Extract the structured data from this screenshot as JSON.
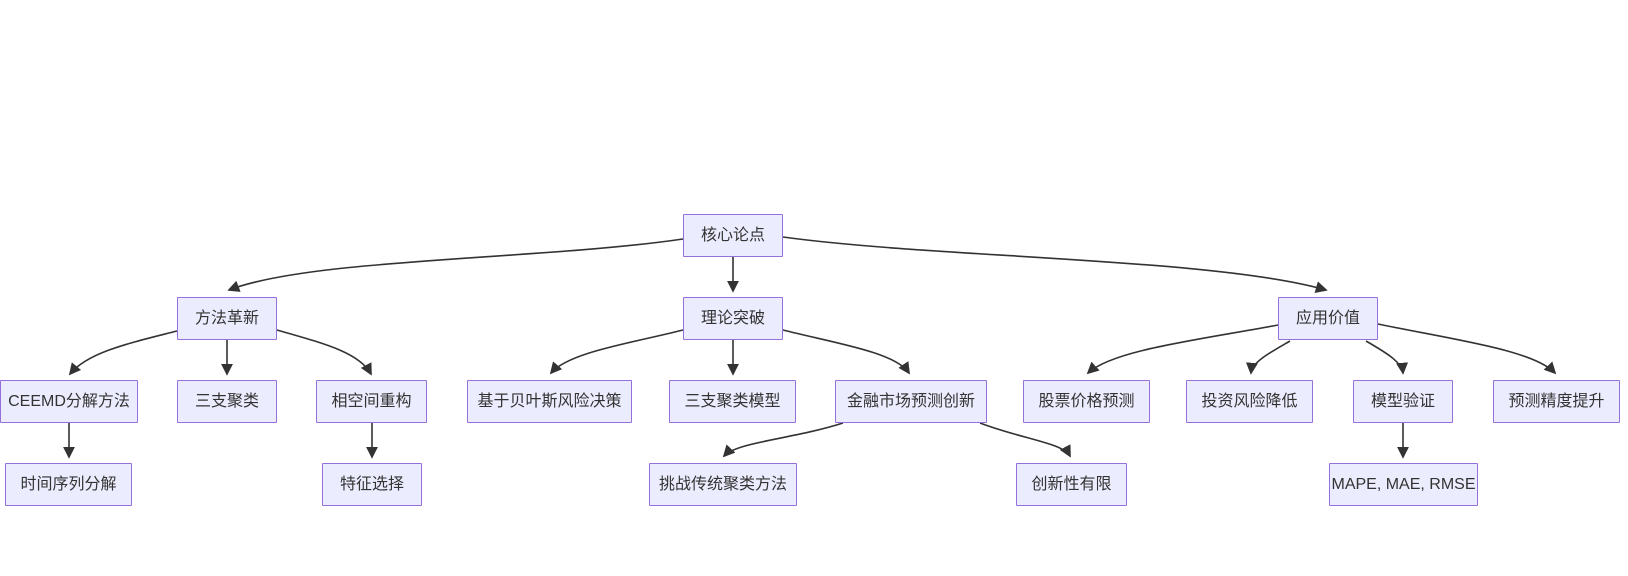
{
  "diagram": {
    "type": "flowchart-top-down",
    "colors": {
      "node_fill": "#ECECFF",
      "node_border": "#9370DB",
      "edge": "#333333",
      "text": "#333333",
      "background": "#ffffff"
    },
    "nodes": {
      "root": {
        "label": "核心论点"
      },
      "method": {
        "label": "方法革新"
      },
      "theory": {
        "label": "理论突破"
      },
      "application": {
        "label": "应用价值"
      },
      "ceemd": {
        "label": "CEEMD分解方法"
      },
      "three_way": {
        "label": "三支聚类"
      },
      "phase_space": {
        "label": "相空间重构"
      },
      "bayes": {
        "label": "基于贝叶斯风险决策"
      },
      "tw_model": {
        "label": "三支聚类模型"
      },
      "fin_innovation": {
        "label": "金融市场预测创新"
      },
      "stock": {
        "label": "股票价格预测"
      },
      "invest_risk": {
        "label": "投资风险降低"
      },
      "validation": {
        "label": "模型验证"
      },
      "accuracy": {
        "label": "预测精度提升"
      },
      "time_series": {
        "label": "时间序列分解"
      },
      "feature": {
        "label": "特征选择"
      },
      "challenge": {
        "label": "挑战传统聚类方法"
      },
      "limited": {
        "label": "创新性有限"
      },
      "metrics": {
        "label": "MAPE, MAE, RMSE"
      }
    },
    "edges": [
      {
        "from": "root",
        "to": "method"
      },
      {
        "from": "root",
        "to": "theory"
      },
      {
        "from": "root",
        "to": "application"
      },
      {
        "from": "method",
        "to": "ceemd"
      },
      {
        "from": "method",
        "to": "three_way"
      },
      {
        "from": "method",
        "to": "phase_space"
      },
      {
        "from": "ceemd",
        "to": "time_series"
      },
      {
        "from": "phase_space",
        "to": "feature"
      },
      {
        "from": "theory",
        "to": "bayes"
      },
      {
        "from": "theory",
        "to": "tw_model"
      },
      {
        "from": "theory",
        "to": "fin_innovation"
      },
      {
        "from": "fin_innovation",
        "to": "challenge"
      },
      {
        "from": "fin_innovation",
        "to": "limited"
      },
      {
        "from": "application",
        "to": "stock"
      },
      {
        "from": "application",
        "to": "invest_risk"
      },
      {
        "from": "application",
        "to": "validation"
      },
      {
        "from": "application",
        "to": "accuracy"
      },
      {
        "from": "validation",
        "to": "metrics"
      }
    ]
  }
}
